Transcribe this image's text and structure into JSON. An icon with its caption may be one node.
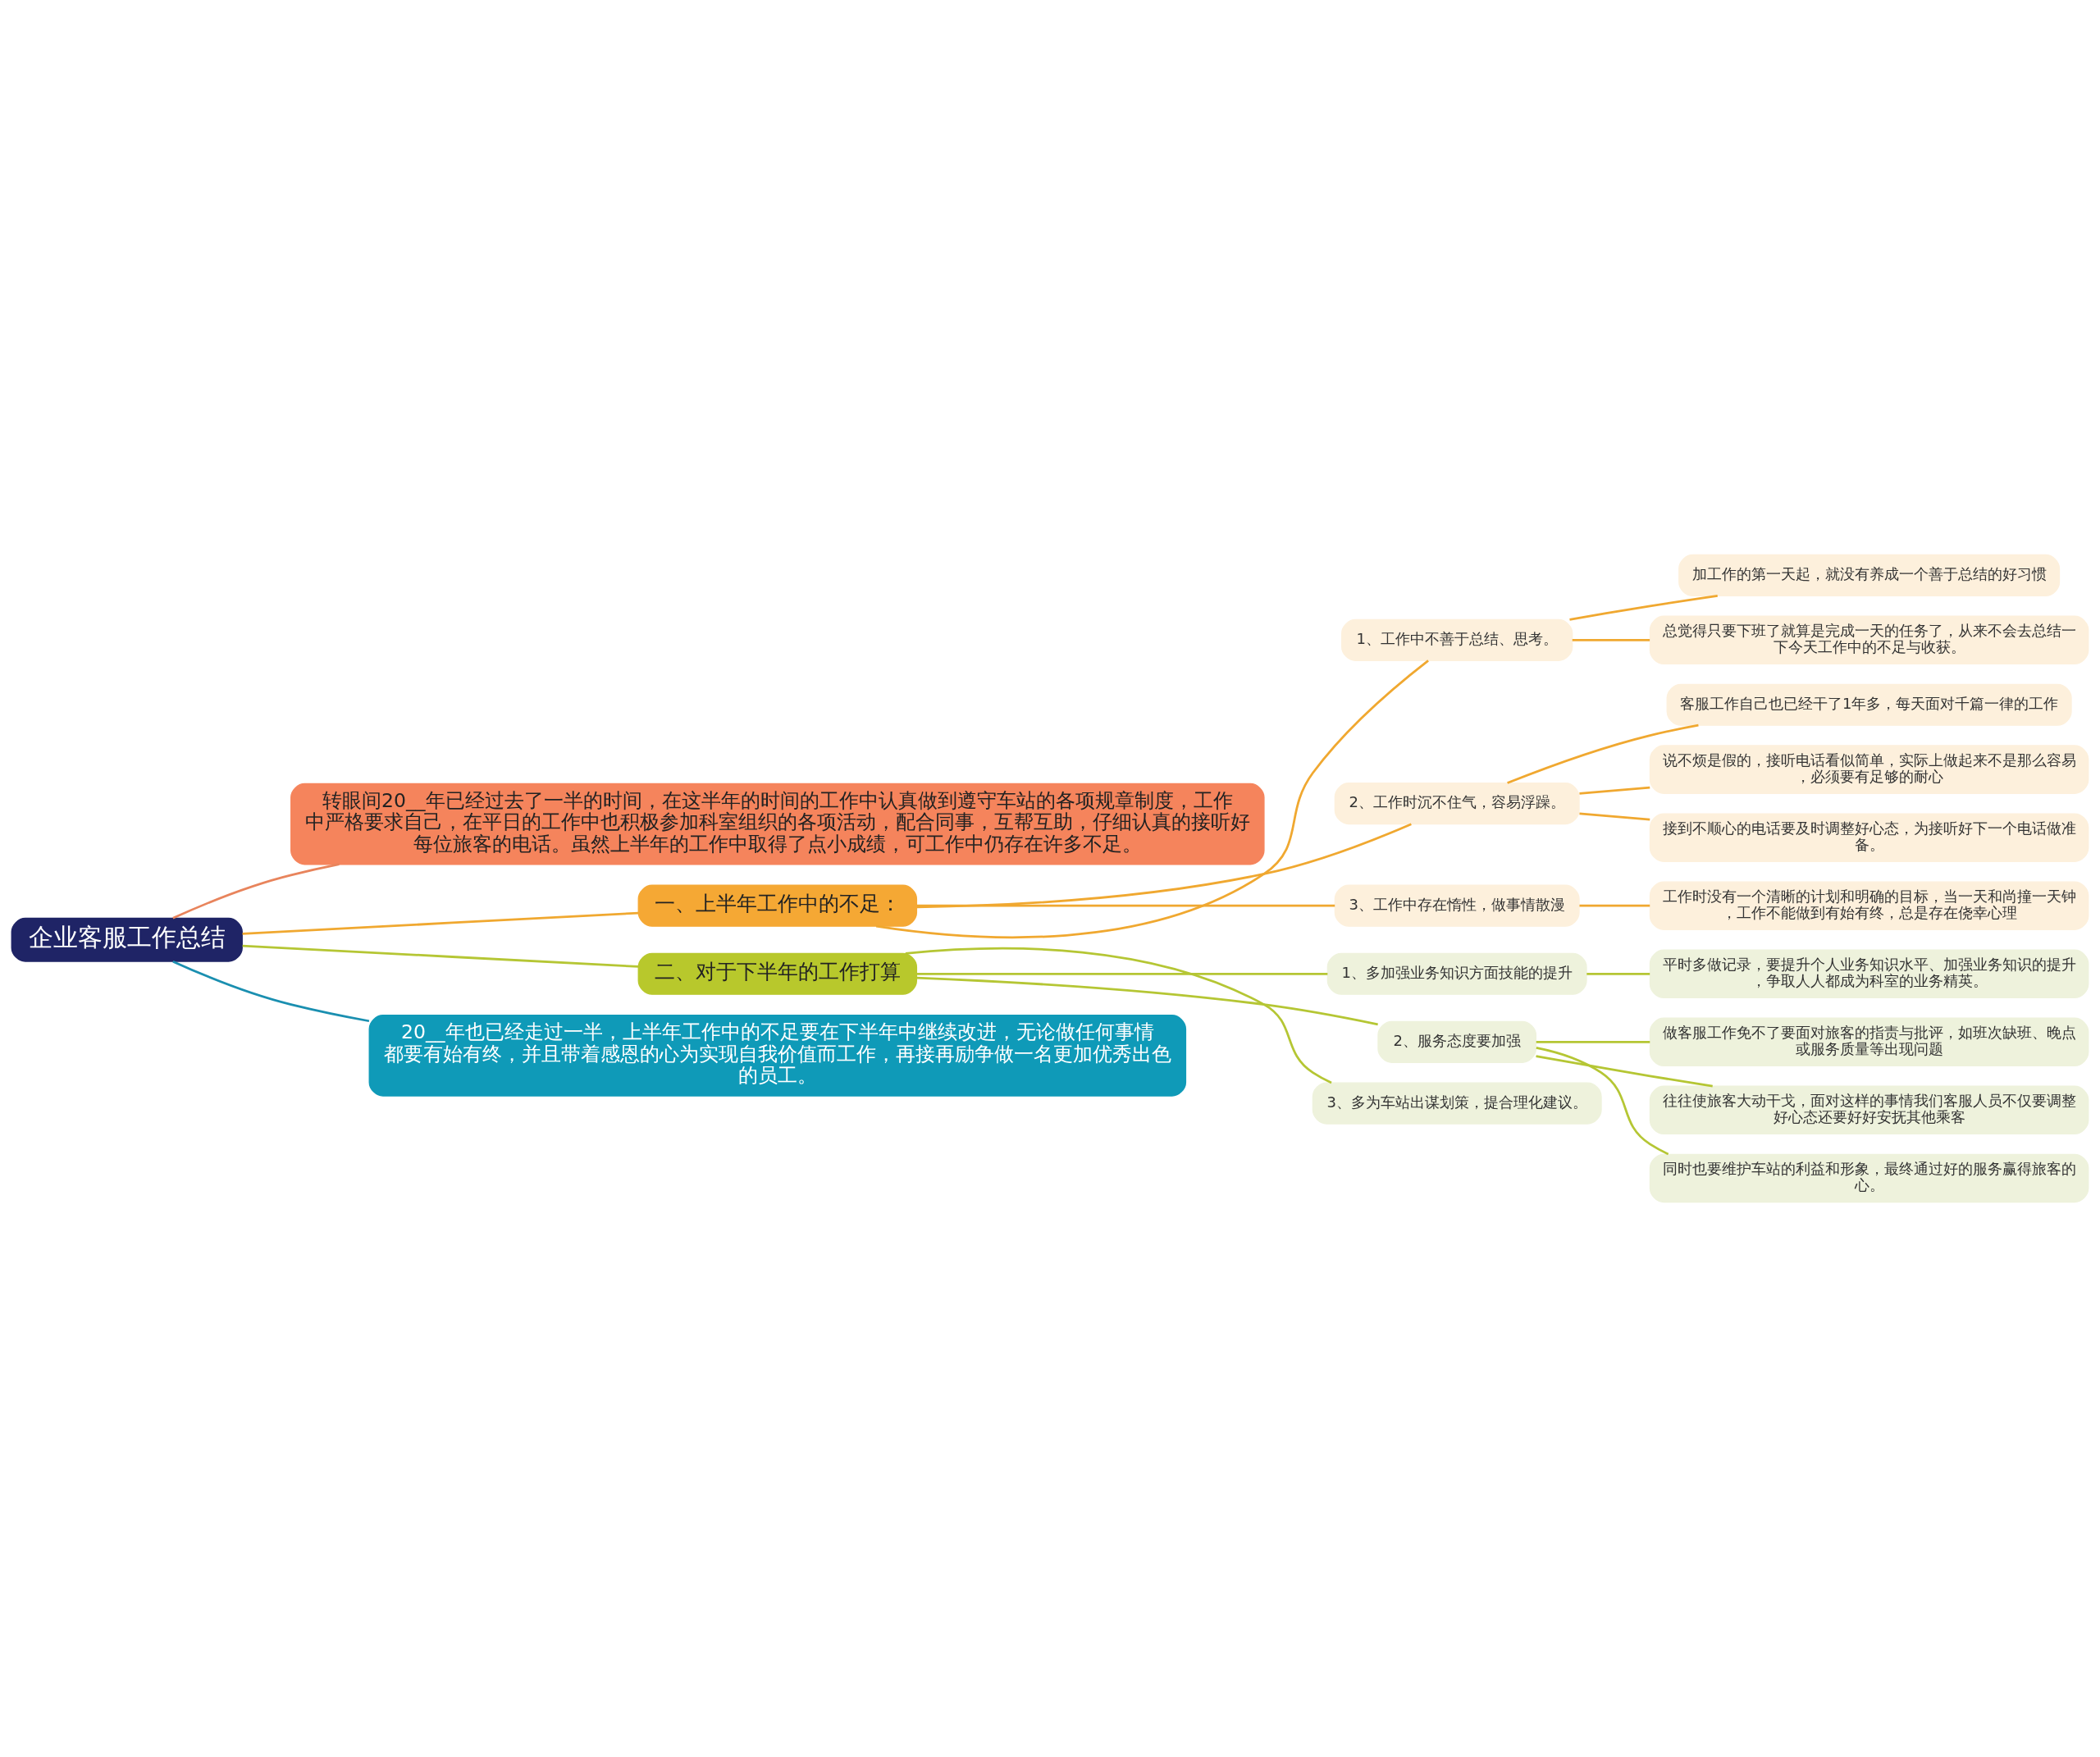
{
  "diagram": {
    "nodes": [
      {
        "text": [
          "企业客服工作总结"
        ]
      },
      {
        "text": [
          "转眼间20__年已经过去了一半的时间，在这半年的时间的工作中认真做到遵守车站的各项规章制度，工作中严格要求自己，在平日的工作中也积极参加科室组织的各项活动，配合同事，互帮互助，仔细认真的接听好每位旅客的电话。虽然上半年的工作中取得了点小成绩，可工作中仍存在许多不足。"
        ]
      },
      {
        "text": [
          "一、上半年工作中的不足："
        ]
      },
      {
        "text": [
          "1、工作中不善于总结、思考。"
        ]
      },
      {
        "text": [
          "加工作的第一天起，就没有养成一个善于总结的好习惯"
        ]
      },
      {
        "text": [
          "总觉得只要下班了就算是完成一天的任务了，从来不会去总结一下今天工作中的不足与收获。"
        ]
      },
      {
        "text": [
          "2、工作时沉不住气，容易浮躁。"
        ]
      },
      {
        "text": [
          "客服工作自己也已经干了1年多，每天面对千篇一律的工作"
        ]
      },
      {
        "text": [
          "说不烦是假的，接听电话看似简单，实际上做起来不是那么容易，必须要有足够的耐心"
        ]
      },
      {
        "text": [
          "接到不顺心的电话要及时调整好心态，为接听好下一个电话做准备。"
        ]
      },
      {
        "text": [
          "3、工作中存在惰性，做事情散漫"
        ]
      },
      {
        "text": [
          "工作时没有一个清晰的计划和明确的目标，当一天和尚撞一天钟，工作不能做到有始有终，总是存在侥幸心理"
        ]
      },
      {
        "text": [
          "二、对于下半年的工作打算"
        ]
      },
      {
        "text": [
          "1、多加强业务知识方面技能的提升"
        ]
      },
      {
        "text": [
          "平时多做记录，要提升个人业务知识水平、加强业务知识的提升，争取人人都成为科室的业务精英。"
        ]
      },
      {
        "text": [
          "2、服务态度要加强"
        ]
      },
      {
        "text": [
          "做客服工作免不了要面对旅客的指责与批评，如班次缺班、晚点或服务质量等出现问题"
        ]
      },
      {
        "text": [
          "往往使旅客大动干戈，面对这样的事情我们客服人员不仅要调整好心态还要好好安抚其他乘客"
        ]
      },
      {
        "text": [
          "同时也要维护车站的利益和形象，最终通过好的服务赢得旅客的心。"
        ]
      },
      {
        "text": [
          "3、多为车站出谋划策，提合理化建议。"
        ]
      },
      {
        "text": [
          "20__年也已经走过一半，上半年工作中的不足要在下半年中继续改进，无论做任何事情都要有始有终，并且带着感恩的心为实现自我价值而工作，再接再励争做一名更加优秀出色的员工。"
        ]
      }
    ],
    "edges": [
      {
        "from": 0,
        "to": 1,
        "arrow": "none",
        "color": "#e8845c"
      },
      {
        "from": 0,
        "to": 2,
        "arrow": "none",
        "color": "#f0a830"
      },
      {
        "from": 2,
        "to": 3,
        "arrow": "none",
        "color": "#f0a830"
      },
      {
        "from": 3,
        "to": 4,
        "arrow": "none",
        "color": "#f0a830"
      },
      {
        "from": 3,
        "to": 5,
        "arrow": "none",
        "color": "#f0a830"
      },
      {
        "from": 2,
        "to": 6,
        "arrow": "none",
        "color": "#f0a830"
      },
      {
        "from": 6,
        "to": 7,
        "arrow": "none",
        "color": "#f0a830"
      },
      {
        "from": 6,
        "to": 8,
        "arrow": "none",
        "color": "#f0a830"
      },
      {
        "from": 6,
        "to": 9,
        "arrow": "none",
        "color": "#f0a830"
      },
      {
        "from": 2,
        "to": 10,
        "arrow": "none",
        "color": "#f0a830"
      },
      {
        "from": 10,
        "to": 11,
        "arrow": "none",
        "color": "#f0a830"
      },
      {
        "from": 0,
        "to": 12,
        "arrow": "none",
        "color": "#b5c634"
      },
      {
        "from": 12,
        "to": 13,
        "arrow": "none",
        "color": "#b5c634"
      },
      {
        "from": 13,
        "to": 14,
        "arrow": "none",
        "color": "#b5c634"
      },
      {
        "from": 12,
        "to": 15,
        "arrow": "none",
        "color": "#b5c634"
      },
      {
        "from": 15,
        "to": 16,
        "arrow": "none",
        "color": "#b5c634"
      },
      {
        "from": 15,
        "to": 17,
        "arrow": "none",
        "color": "#b5c634"
      },
      {
        "from": 15,
        "to": 18,
        "arrow": "none",
        "color": "#b5c634"
      },
      {
        "from": 12,
        "to": 19,
        "arrow": "none",
        "color": "#b5c634"
      },
      {
        "from": 0,
        "to": 20,
        "arrow": "none",
        "color": "#1a8fb0"
      }
    ]
  }
}
